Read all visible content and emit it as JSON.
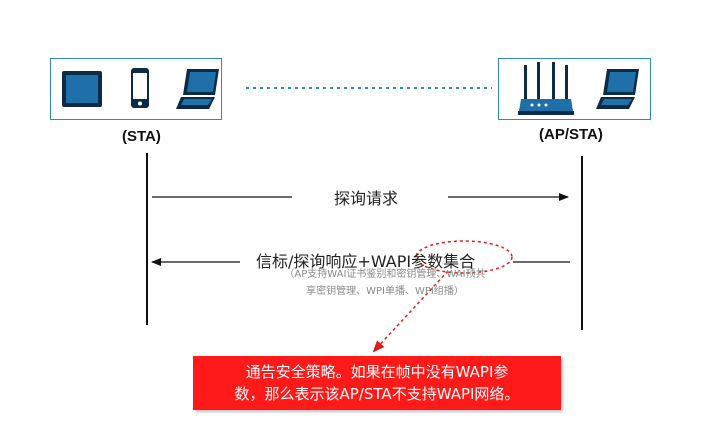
{
  "diagram": {
    "left_node_label": "(STA)",
    "right_node_label": "(AP/STA)",
    "left_devices": [
      "tablet-icon",
      "phone-icon",
      "laptop-icon"
    ],
    "right_devices": [
      "router-icon",
      "laptop-icon"
    ],
    "messages": [
      {
        "label": "探询请求",
        "direction": "right"
      },
      {
        "label_prefix": "信标/探询响应+",
        "label_highlight": "WAPI参数集合",
        "direction": "left"
      }
    ],
    "note_line1": "（AP支持WAI证书鉴别和密钥管理、WAI预共",
    "note_line2": "享密钥管理、WPI单播、WPI组播）",
    "callout_line1": "通告安全策略。如果在帧中没有WAPI参",
    "callout_line2": "数，那么表示该AP/STA不支持WAPI网络。",
    "colors": {
      "device_blue": "#1f6fa8",
      "link_dots": "#2f86c8",
      "callout_bg": "#ff1a1a",
      "highlight_dash": "#e11b1b"
    }
  }
}
